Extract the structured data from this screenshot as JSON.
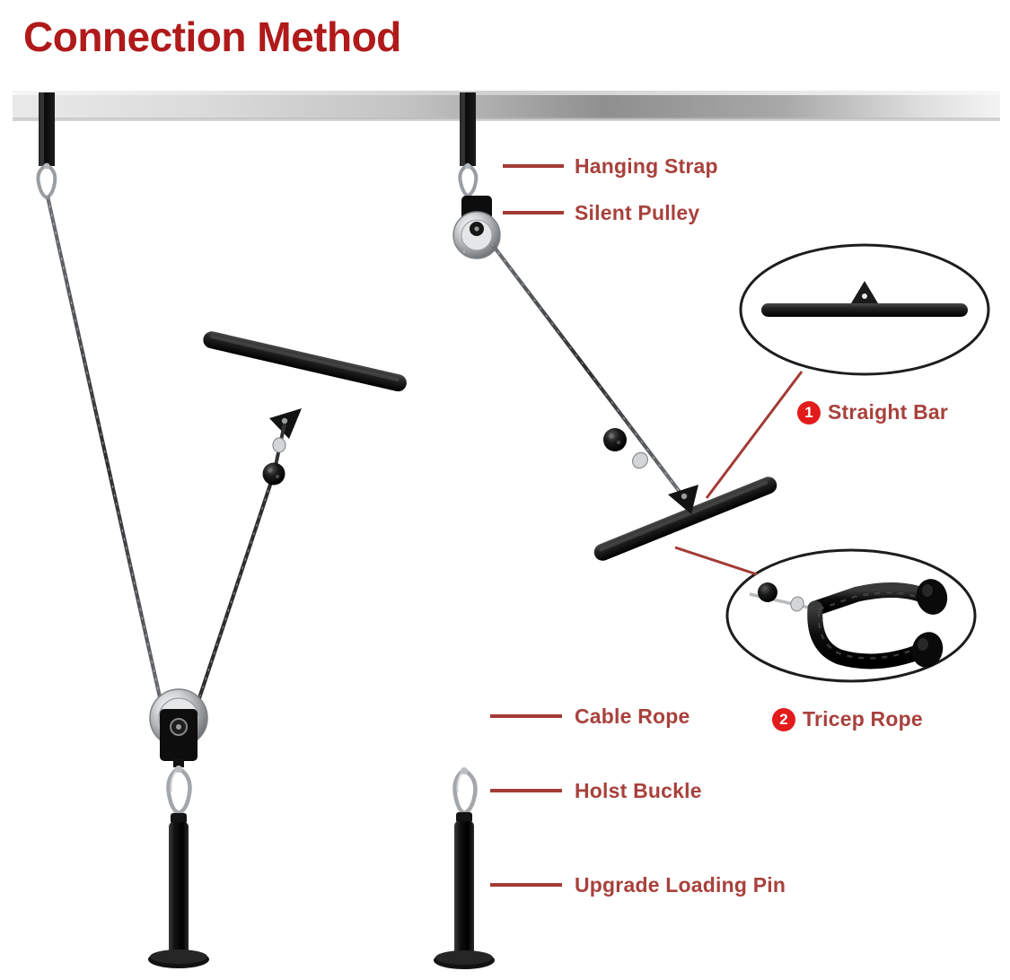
{
  "page": {
    "title": "Connection Method",
    "title_color": "#b01a1a",
    "background_color": "#ffffff",
    "label_color": "#a8413c",
    "badge_color": "#e21b1b",
    "leader_line_color": "#a33b35",
    "hardware_color": "#111111",
    "chrome_color": "#c9cbcd",
    "ceiling_bar_color": "#d4d4d4"
  },
  "callouts": [
    {
      "id": "hanging-strap",
      "label": "Hanging Strap"
    },
    {
      "id": "silent-pulley",
      "label": "Silent Pulley"
    },
    {
      "id": "cable-rope",
      "label": "Cable Rope"
    },
    {
      "id": "holst-buckle",
      "label": "Holst Buckle"
    },
    {
      "id": "upgrade-loading-pin",
      "label": "Upgrade Loading Pin"
    }
  ],
  "accessories": [
    {
      "number": "1",
      "label": "Straight Bar",
      "inset": "straight-bar-ellipse"
    },
    {
      "number": "2",
      "label": "Tricep Rope",
      "inset": "tricep-rope-ellipse"
    }
  ]
}
